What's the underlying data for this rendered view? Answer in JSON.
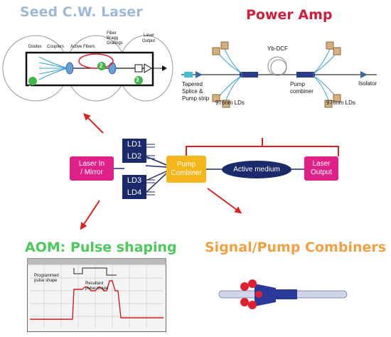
{
  "titles": {
    "seed": "Seed C.W. Laser",
    "amp": "Power Amp",
    "aom": "AOM: Pulse shaping",
    "combiners": "Signal/Pump Combiners"
  },
  "seed_labels": {
    "diodes": "Diodes",
    "couplers": "Couplers",
    "active_fibers": "Active Fibers",
    "fbg_line1": "Fiber",
    "fbg_line2": "Bragg",
    "fbg_line3": "Gratings",
    "output_line1": "Laser",
    "output_line2": "Output",
    "num1": "1",
    "num2": "2",
    "num3": "3"
  },
  "amp_labels": {
    "ybdcf": "Yb-DCF",
    "tapered_line1": "Tapered",
    "tapered_line2": "Splice &",
    "tapered_line3": "Pump strip",
    "lds_left": "976nm LDs",
    "pump_comb_line1": "Pump",
    "pump_comb_line2": "combiner",
    "lds_right": "976nm LDs",
    "isolator": "Isolator"
  },
  "center": {
    "ld1": "LD1",
    "ld2": "LD2",
    "ld3": "LD3",
    "ld4": "LD4",
    "laser_in_line1": "Laser In",
    "laser_in_line2": "/ Mirror",
    "pump_line1": "Pump",
    "pump_line2": "Combiner",
    "medium": "Active medium",
    "output_line1": "Laser",
    "output_line2": "Output"
  },
  "scope": {
    "programmed_line1": "Programmed",
    "programmed_line2": "pulse shape",
    "resultant_line1": "Resultant",
    "resultant_line2": "pulse shape"
  },
  "colors": {
    "seed_title": "#9fb8d8",
    "amp_title": "#d21d3a",
    "aom_title": "#4cc95a",
    "combiner_title": "#f0a040",
    "arrow": "#e02020",
    "navy": "#1b2a6b",
    "pink": "#e0218a",
    "yellow": "#f4b61a"
  }
}
